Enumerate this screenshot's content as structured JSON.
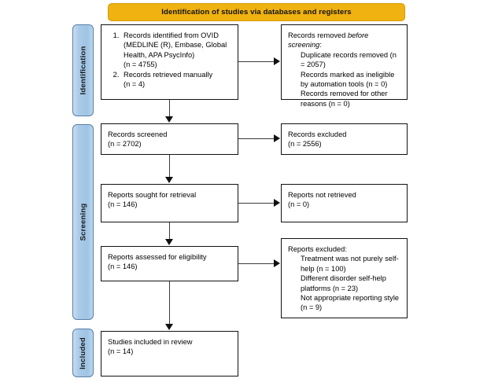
{
  "banner": {
    "label": "Identification of studies via databases and registers",
    "color": "#EFB211"
  },
  "stages": [
    {
      "id": "identification",
      "label": "Identification"
    },
    {
      "id": "screening",
      "label": "Screening"
    },
    {
      "id": "included",
      "label": "Included"
    }
  ],
  "boxes": {
    "identified": {
      "items": [
        {
          "line1": "Records identified from OVID (MEDLINE (R), Embase, Global Health, APA PsycInfo)",
          "line2": "(n = 4755)"
        },
        {
          "line1": "Records retrieved manually",
          "line2": "(n = 4)"
        }
      ],
      "item1_text": "Records identified from OVID (MEDLINE (R), Embase, Global Health, APA PsycInfo)",
      "item1_count": "(n = 4755)",
      "item2_text": "Records retrieved manually",
      "item2_count": "(n = 4)"
    },
    "removed": {
      "heading_lead": "Records removed ",
      "heading_italic": "before screening",
      "heading_tail": ":",
      "reasons": [
        "Duplicate records removed (n = 2057)",
        "Records marked as ineligible by automation tools (n = 0)",
        "Records removed for other reasons (n = 0)"
      ]
    },
    "screened": {
      "label": "Records screened",
      "count": "(n = 2702)"
    },
    "excluded": {
      "label": "Records excluded",
      "count": "(n = 2556)"
    },
    "sought": {
      "label": "Reports sought for retrieval",
      "count": "(n = 146)"
    },
    "not_retrieved": {
      "label": "Reports not retrieved",
      "count": "(n = 0)"
    },
    "assessed": {
      "label": "Reports assessed for eligibility",
      "count": "(n = 146)"
    },
    "reports_excluded": {
      "heading": "Reports excluded:",
      "reasons": [
        "Treatment was not purely self-help (n = 100)",
        "Different disorder self-help platforms (n = 23)",
        "Not appropriate reporting style (n = 9)"
      ]
    },
    "included": {
      "label": "Studies included in review",
      "count": "(n = 14)"
    }
  }
}
